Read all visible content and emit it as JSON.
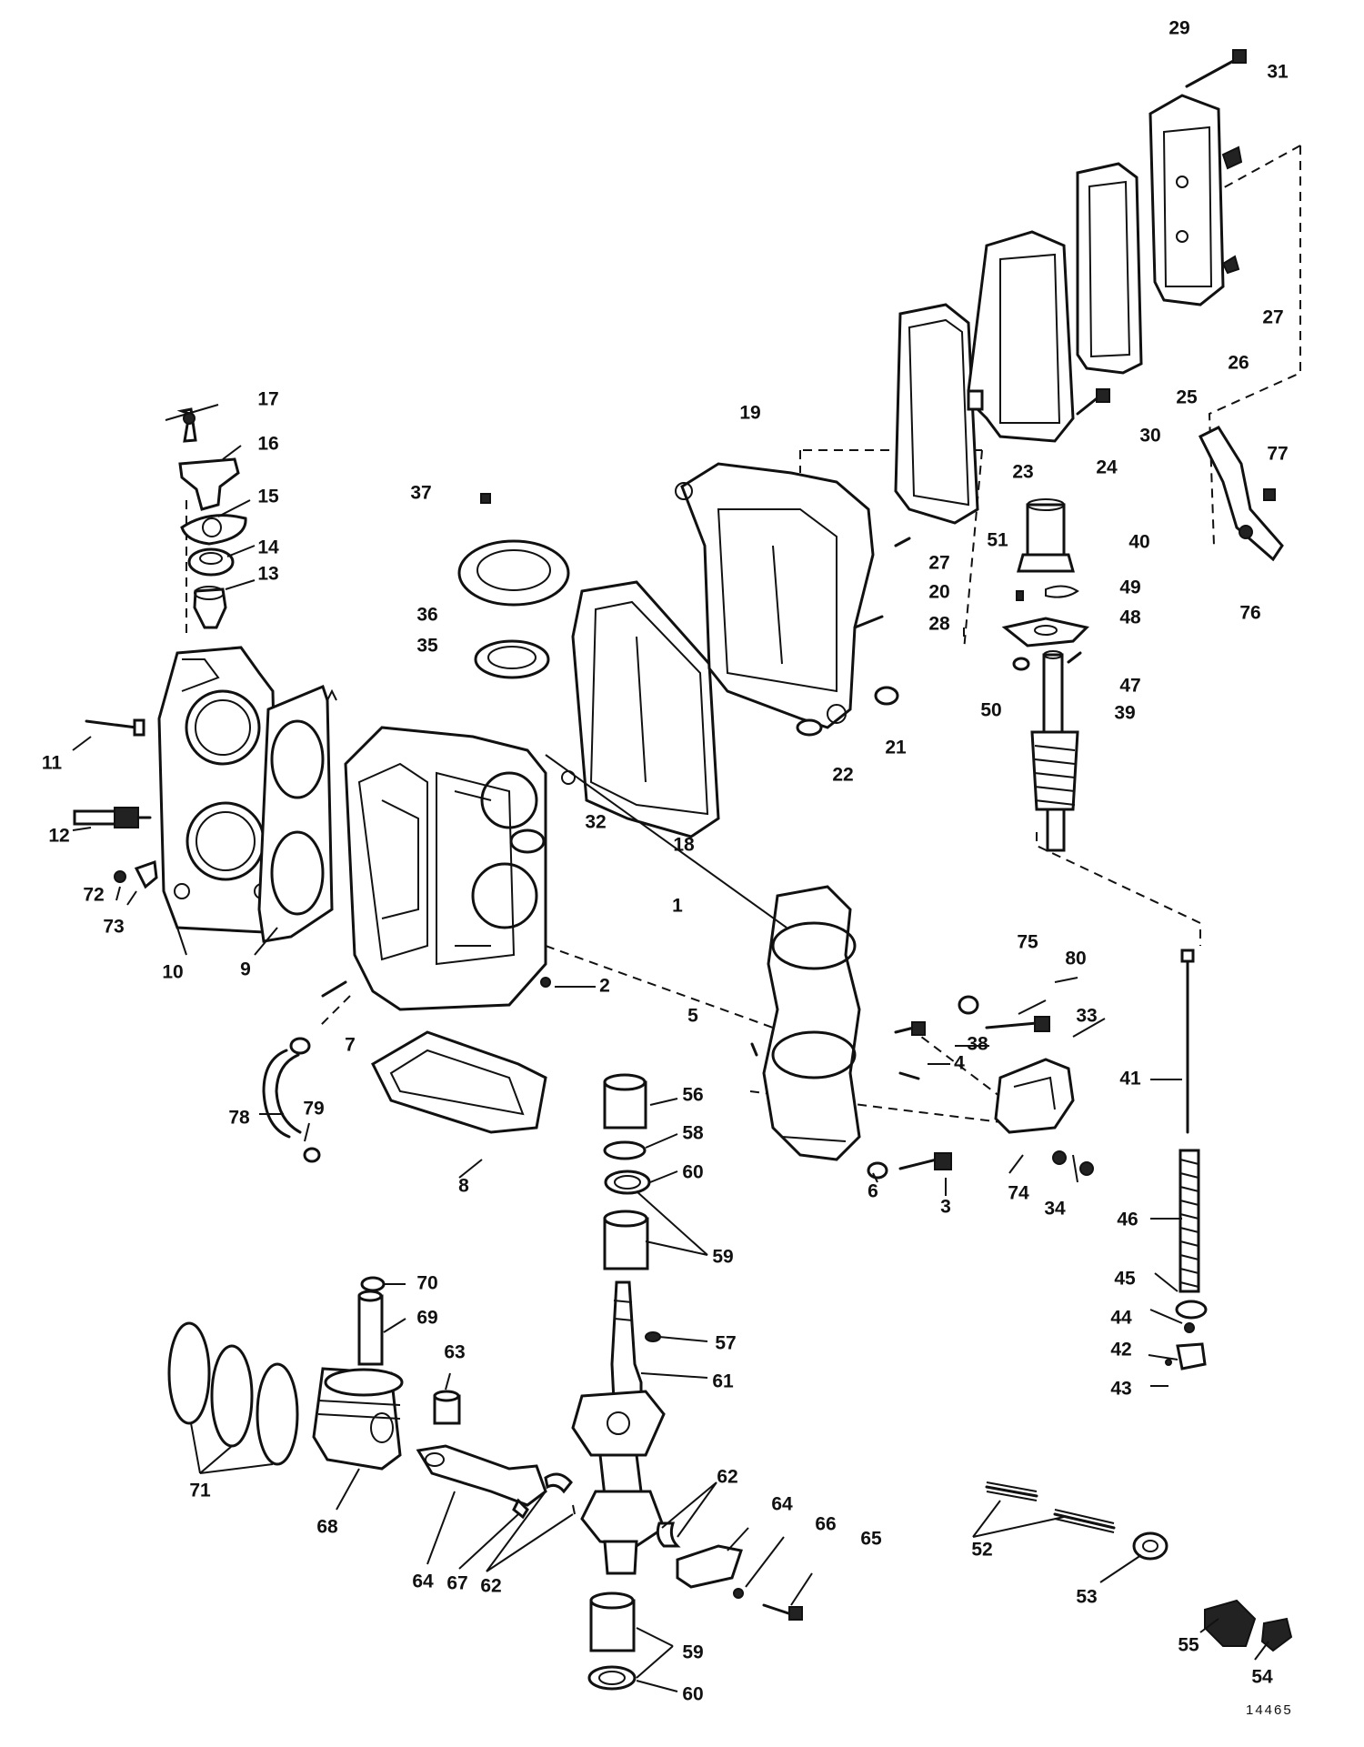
{
  "figure_code": "14465",
  "callouts": [
    "1",
    "2",
    "3",
    "4",
    "5",
    "6",
    "7",
    "8",
    "9",
    "10",
    "11",
    "12",
    "13",
    "14",
    "15",
    "16",
    "17",
    "18",
    "19",
    "20",
    "21",
    "22",
    "23",
    "24",
    "25",
    "26",
    "27",
    "28",
    "29",
    "30",
    "31",
    "32",
    "33",
    "34",
    "35",
    "36",
    "37",
    "38",
    "39",
    "40",
    "41",
    "42",
    "43",
    "44",
    "45",
    "46",
    "47",
    "48",
    "49",
    "50",
    "51",
    "52",
    "53",
    "54",
    "55",
    "56",
    "57",
    "58",
    "59",
    "60",
    "61",
    "62",
    "63",
    "64",
    "65",
    "66",
    "67",
    "68",
    "69",
    "70",
    "71",
    "72",
    "73",
    "74",
    "75",
    "76",
    "77",
    "78",
    "79",
    "80"
  ]
}
